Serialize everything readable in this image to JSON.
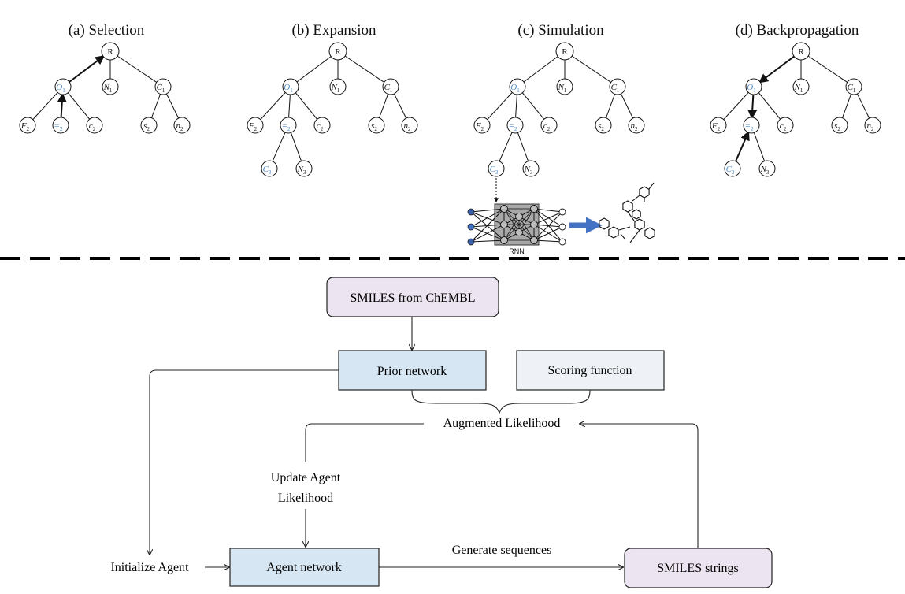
{
  "mcts": {
    "panels": [
      {
        "title": "(a) Selection"
      },
      {
        "title": "(b) Expansion"
      },
      {
        "title": "(c) Simulation"
      },
      {
        "title": "(d) Backpropagation"
      }
    ],
    "root_label": "R",
    "level1": [
      "O",
      "N",
      "C"
    ],
    "level1_subs": [
      "1",
      "1",
      "1"
    ],
    "level2": [
      "F",
      "=",
      "c",
      "s",
      "n"
    ],
    "level2_subs": [
      "2",
      "2",
      "2",
      "2",
      "2"
    ],
    "level3": [
      "C",
      "N"
    ],
    "level3_subs": [
      "3",
      "3"
    ],
    "rnn_label": "RNN"
  },
  "flow": {
    "smiles_chembl": "SMILES from ChEMBL",
    "prior_network": "Prior network",
    "scoring_function": "Scoring function",
    "augmented_likelihood": "Augmented Likelihood",
    "update_agent_line1": "Update Agent",
    "update_agent_line2": "Likelihood",
    "initialize_agent": "Initialize Agent",
    "agent_network": "Agent network",
    "generate_sequences": "Generate sequences",
    "smiles_strings": "SMILES strings"
  },
  "colors": {
    "highlight_blue": "#4a86c8",
    "box_purple": "#ece4f0",
    "box_blue": "#d6e6f2",
    "box_light": "#eef2f7",
    "rnn_gray": "#a8a8a8",
    "arrow_blue": "#4472c4"
  }
}
